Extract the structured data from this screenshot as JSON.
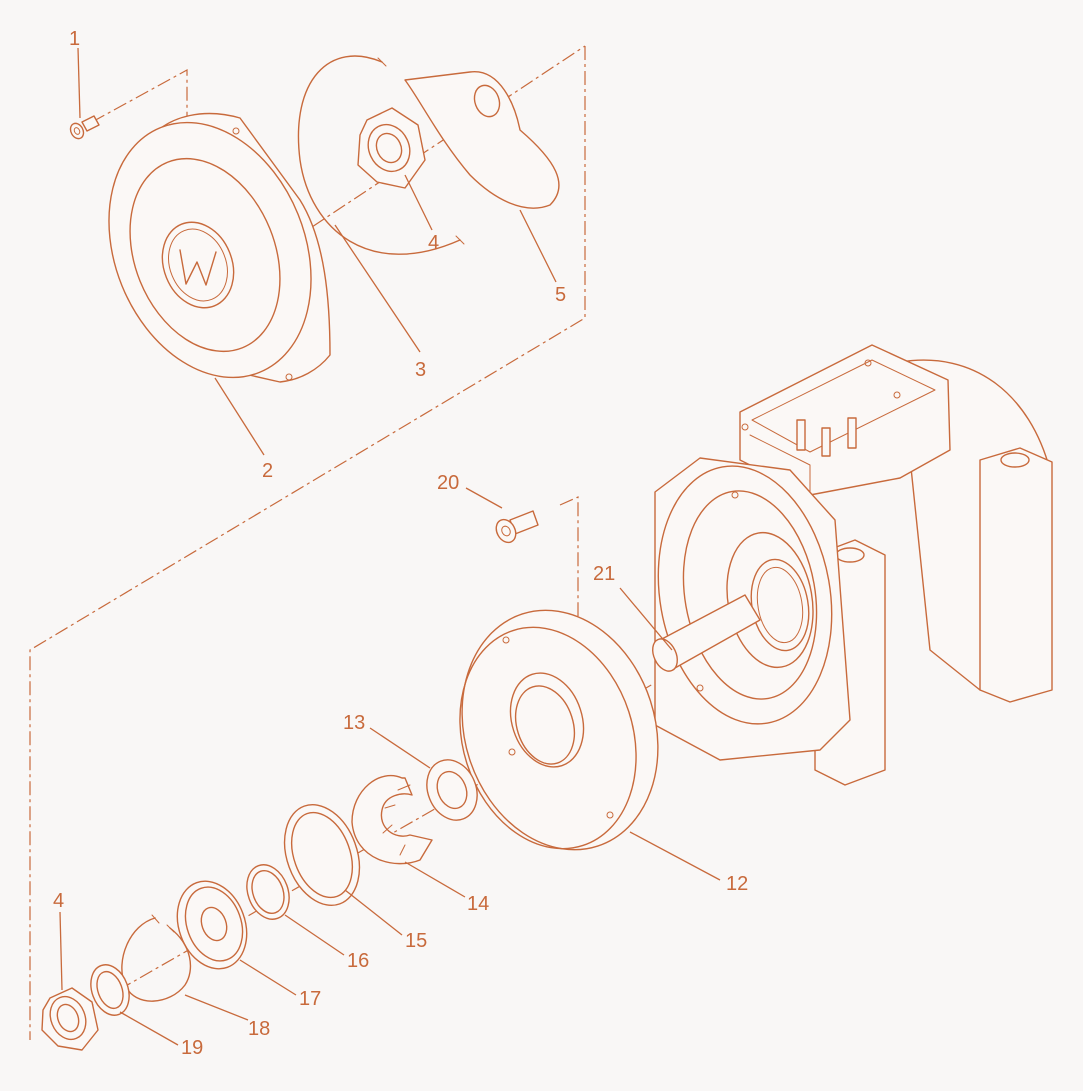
{
  "diagram": {
    "colors": {
      "line": "#c86a3c",
      "background": "#f9f7f6"
    },
    "logo": {
      "text": "W"
    },
    "callouts": [
      {
        "id": "1",
        "label": "1"
      },
      {
        "id": "2",
        "label": "2"
      },
      {
        "id": "3",
        "label": "3"
      },
      {
        "id": "4a",
        "label": "4"
      },
      {
        "id": "5",
        "label": "5"
      },
      {
        "id": "20",
        "label": "20"
      },
      {
        "id": "21",
        "label": "21"
      },
      {
        "id": "13",
        "label": "13"
      },
      {
        "id": "14",
        "label": "14"
      },
      {
        "id": "15",
        "label": "15"
      },
      {
        "id": "16",
        "label": "16"
      },
      {
        "id": "17",
        "label": "17"
      },
      {
        "id": "18",
        "label": "18"
      },
      {
        "id": "19",
        "label": "19"
      },
      {
        "id": "12",
        "label": "12"
      },
      {
        "id": "4b",
        "label": "4"
      }
    ]
  }
}
